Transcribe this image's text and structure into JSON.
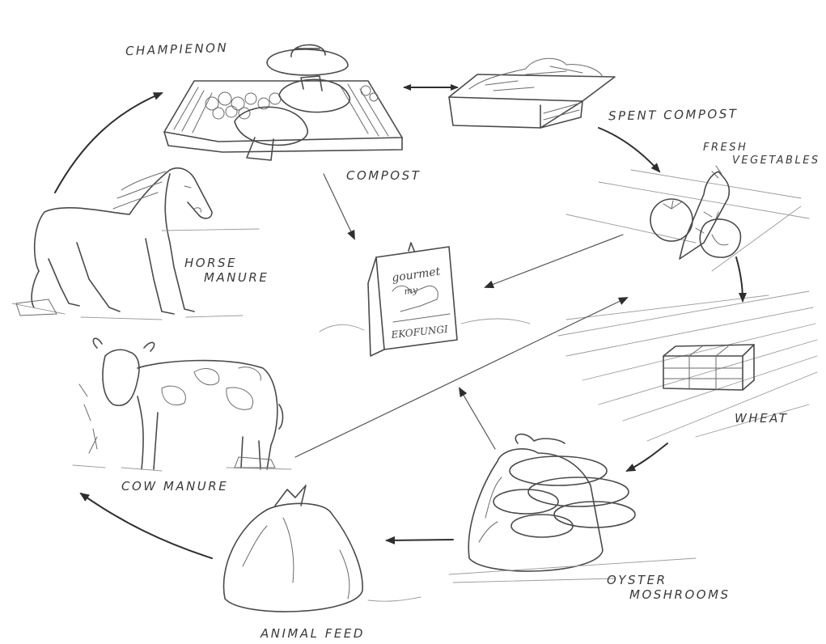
{
  "labels": {
    "champignon": "CHAMPIENON",
    "spent_compost": "SPENT COMPOST",
    "fresh_vegetables_line1": "FRESH",
    "fresh_vegetables_line2": "VEGETABLES",
    "compost": "COMPOST",
    "horse_manure_line1": "HORSE",
    "horse_manure_line2": "MANURE",
    "wheat": "WHEAT",
    "cow_manure": "COW MANURE",
    "oyster_line1": "OYSTER",
    "oyster_line2": "MOSHROOMS",
    "animal_feed": "ANIMAL FEED"
  },
  "product_bag": {
    "line1": "gourmet",
    "line2": "my",
    "brand": "EKOFUNGI"
  },
  "colors": {
    "pencil": "#4a4a4a",
    "paper": "#ffffff",
    "arrow": "#2e2e2e"
  }
}
